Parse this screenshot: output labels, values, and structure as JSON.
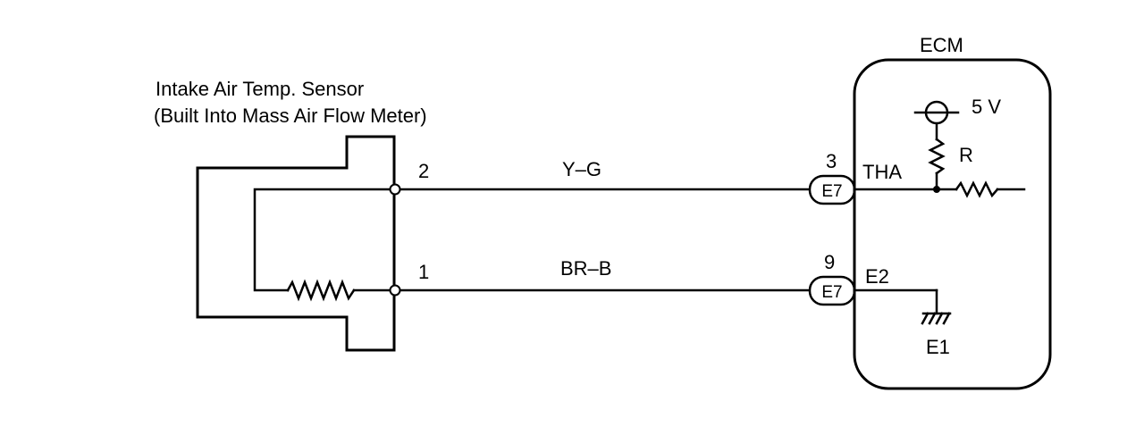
{
  "sensor": {
    "title_line1": "Intake Air Temp. Sensor",
    "title_line2": "(Built Into Mass Air Flow Meter)",
    "pin_top": "2",
    "pin_bottom": "1"
  },
  "wires": {
    "top_color": "Y–G",
    "bottom_color": "BR–B"
  },
  "connectors": {
    "top": {
      "pin": "3",
      "name": "E7"
    },
    "bottom": {
      "pin": "9",
      "name": "E7"
    }
  },
  "ecm": {
    "title": "ECM",
    "supply": "5 V",
    "resistor": "R",
    "tha": "THA",
    "e2": "E2",
    "e1": "E1"
  }
}
